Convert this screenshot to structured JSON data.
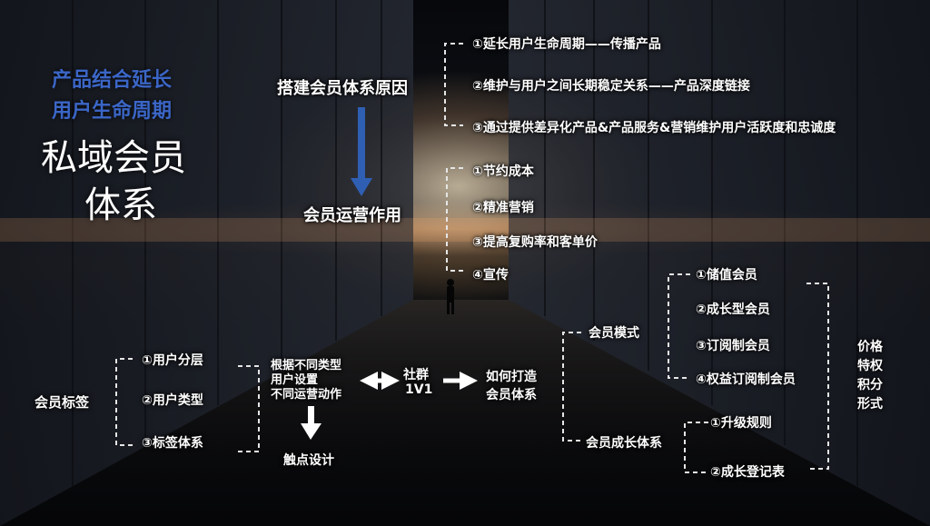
{
  "title": {
    "line1": "产品结合延长",
    "line2": "用户生命周期",
    "main1": "私域会员",
    "main2": "体系"
  },
  "reasons": {
    "heading": "搭建会员体系原因",
    "items": [
      "①延长用户生命周期——传播产品",
      "②维护与用户之间长期稳定关系——产品深度链接",
      "③通过提供差异化产品&产品服务&营销维护用户活跃度和忠诚度"
    ]
  },
  "effects": {
    "heading": "会员运营作用",
    "items": [
      "①节约成本",
      "②精准营销",
      "③提高复购率和客单价",
      "④宣传"
    ]
  },
  "tags": {
    "heading": "会员标签",
    "items": [
      "①用户分层",
      "②用户类型",
      "③标签体系"
    ]
  },
  "actions": {
    "lines": [
      "根据不同类型",
      "用户设置",
      "不同运营动作"
    ],
    "touch": "触点设计"
  },
  "community": {
    "line1": "社群",
    "line2": "1V1"
  },
  "build": {
    "line1": "如何打造",
    "line2": "会员体系"
  },
  "modes": {
    "heading": "会员模式",
    "items": [
      "①储值会员",
      "②成长型会员",
      "③订阅制会员",
      "④权益订阅制会员"
    ]
  },
  "growth": {
    "heading": "会员成长体系",
    "items": [
      "①升级规则",
      "②成长登记表"
    ]
  },
  "forms": [
    "价格",
    "特权",
    "积分",
    "形式"
  ],
  "colors": {
    "accent_blue": "#3b66c7",
    "arrow_blue": "#2f5fb3",
    "text": "#ffffff",
    "dash": "#e6e6e6"
  }
}
